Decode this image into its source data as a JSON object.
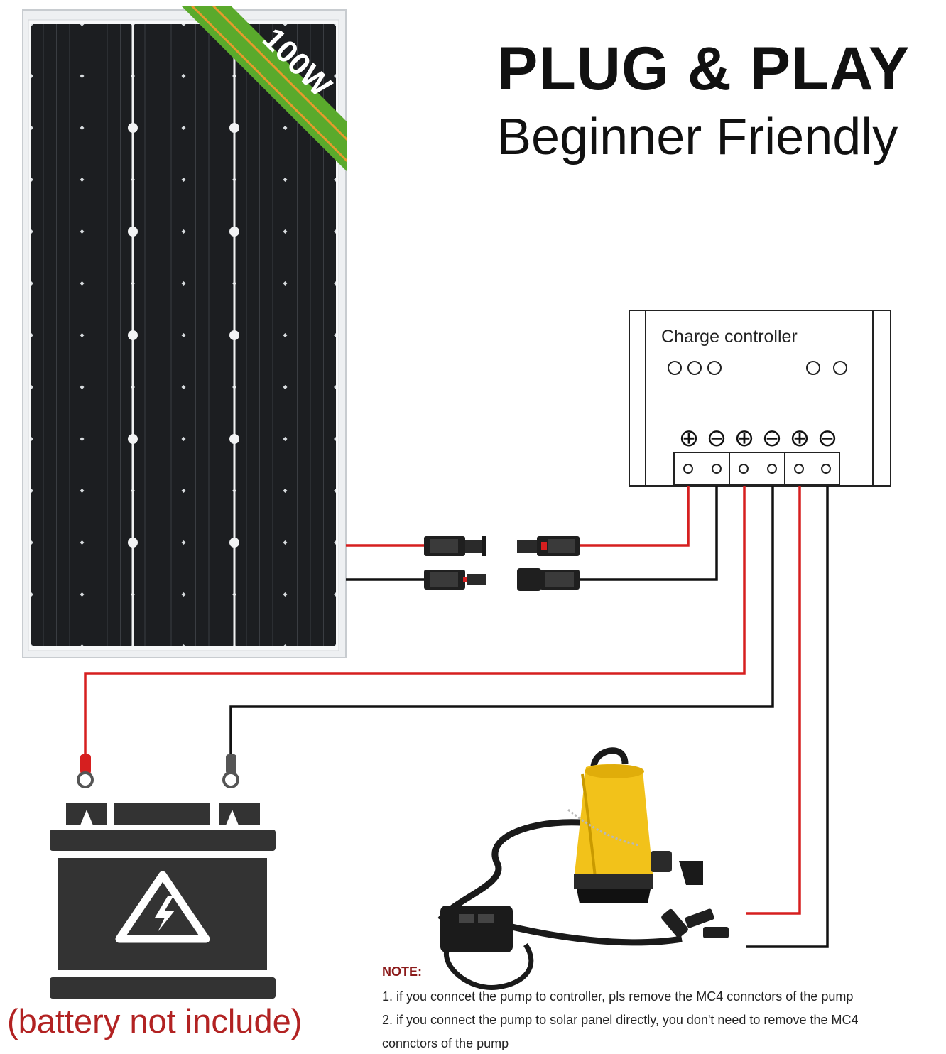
{
  "header": {
    "title": "PLUG & PLAY",
    "subtitle": "Beginner Friendly"
  },
  "panel": {
    "badge": "100W",
    "badge_color": "#5aaa2c"
  },
  "controller": {
    "label": "Charge controller",
    "terminal_symbols": [
      "⊕",
      "⊖",
      "⊕",
      "⊖",
      "⊕",
      "⊖"
    ]
  },
  "battery": {
    "note": "(battery not include)"
  },
  "note": {
    "title": "NOTE:",
    "line1": "1. if you conncet the pump to controller, pls remove the MC4 connctors of the pump",
    "line2": "2. if you connect the pump to solar panel directly, you don't need to remove the MC4",
    "line3": "connctors of the pump"
  },
  "colors": {
    "positive_wire": "#d61f1f",
    "negative_wire": "#111111",
    "pump_body": "#f2c21a"
  }
}
